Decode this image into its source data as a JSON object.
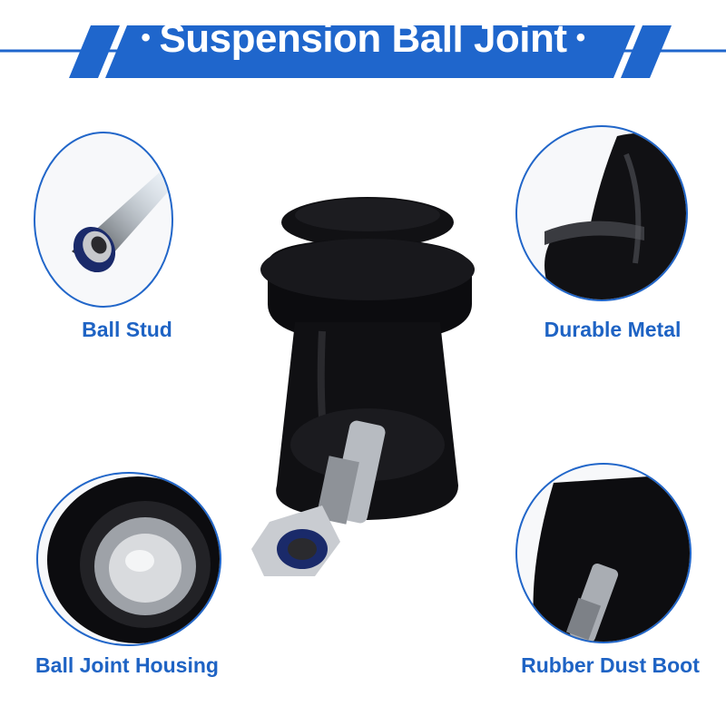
{
  "title": "Suspension Ball Joint",
  "title_dot": "•",
  "colors": {
    "accent": "#1e63c4",
    "banner": "#1f66cc",
    "dark": "#0c0c0f"
  },
  "features": [
    {
      "label": "Ball Stud"
    },
    {
      "label": "Durable Metal"
    },
    {
      "label": "Ball Joint Housing"
    },
    {
      "label": "Rubber Dust Boot"
    }
  ]
}
